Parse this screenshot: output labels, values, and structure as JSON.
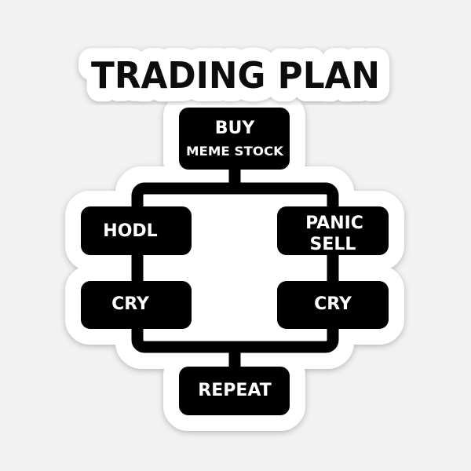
{
  "title": "TRADING PLAN",
  "nodes": {
    "buy_line1": "BUY",
    "buy_line2": "MEME STOCK",
    "hodl": "HODL",
    "panic_line1": "PANIC",
    "panic_line2": "SELL",
    "cry_left": "CRY",
    "cry_right": "CRY",
    "repeat": "REPEAT"
  },
  "colors": {
    "box": "#000000",
    "text": "#ffffff",
    "sticker": "#ffffff",
    "background": "#f2f2f2"
  }
}
